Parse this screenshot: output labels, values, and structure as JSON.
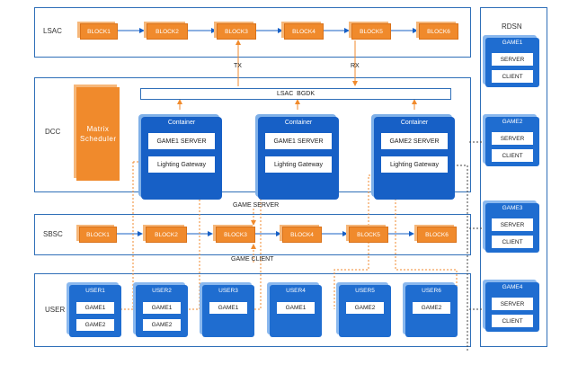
{
  "lanes": {
    "lsac": "LSAC",
    "dcc": "DCC",
    "sbsc": "SBSC",
    "user": "USER",
    "rdsn": "RDSN"
  },
  "lsac_blocks": [
    "BLOCK1",
    "BLOCK2",
    "BLOCK3",
    "BLOCK4",
    "BLOCK5",
    "BLOCK6"
  ],
  "sbsc_blocks": [
    "BLOCK1",
    "BLOCK2",
    "BLOCK3",
    "BLOCK4",
    "BLOCK5",
    "BLOCK6"
  ],
  "tx_label": "TX",
  "rx_label": "RX",
  "bgdk_label": "LSAC  BGDK",
  "scheduler_label": "Matrix Scheduler",
  "containers": [
    {
      "title": "Container",
      "server": "GAME1 SERVER",
      "gateway": "Lighting Gateway"
    },
    {
      "title": "Container",
      "server": "GAME1 SERVER",
      "gateway": "Lighting Gateway"
    },
    {
      "title": "Container",
      "server": "GAME2 SERVER",
      "gateway": "Lighting Gateway"
    }
  ],
  "game_server_label": "GAME SERVER",
  "game_client_label": "GAME CLIENT",
  "users": [
    {
      "title": "USER1",
      "games": [
        "GAME1",
        "GAME2"
      ]
    },
    {
      "title": "USER2",
      "games": [
        "GAME1",
        "GAME2"
      ]
    },
    {
      "title": "USER3",
      "games": [
        "GAME1"
      ]
    },
    {
      "title": "USER4",
      "games": [
        "GAME1"
      ]
    },
    {
      "title": "USER5",
      "games": [
        "GAME2"
      ]
    },
    {
      "title": "USER6",
      "games": [
        "GAME2"
      ]
    }
  ],
  "rdsn_games": [
    {
      "title": "GAME1",
      "server": "SERVER",
      "client": "CLIENT"
    },
    {
      "title": "GAME2",
      "server": "SERVER",
      "client": "CLIENT"
    },
    {
      "title": "GAME3",
      "server": "SERVER",
      "client": "CLIENT"
    },
    {
      "title": "GAME4",
      "server": "SERVER",
      "client": "CLIENT"
    }
  ],
  "colors": {
    "orange": "#f08a2c",
    "blue": "#1760c6",
    "border": "#2f6fb8"
  }
}
